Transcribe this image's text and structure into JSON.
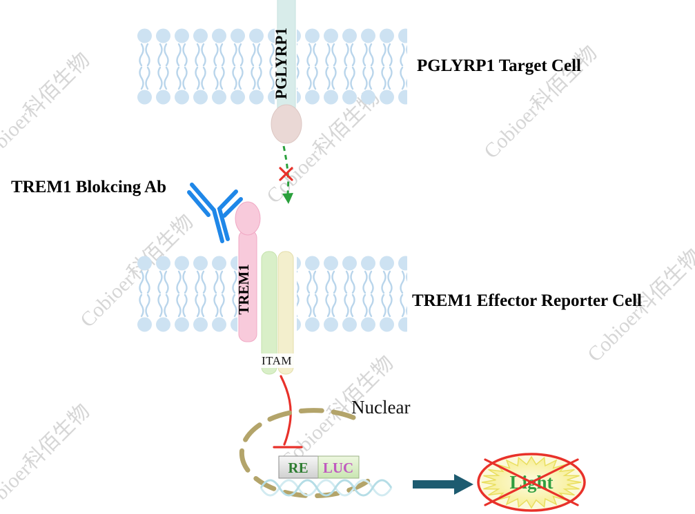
{
  "watermark": {
    "text": "Cobioer科佰生物"
  },
  "cells": {
    "target": {
      "label": "PGLYRP1 Target Cell",
      "ligand": "PGLYRP1"
    },
    "effector": {
      "label": "TREM1 Effector Reporter Cell",
      "receptor": "TREM1",
      "adapter_motif": "ITAM"
    }
  },
  "antibody": {
    "label": "TREM1 Blokcing Ab"
  },
  "nucleus": {
    "label": "Nuclear",
    "reporter_elements": {
      "re": "RE",
      "luc": "LUC"
    }
  },
  "output": {
    "light_label": "Light"
  },
  "colors": {
    "membrane_head": "#cde2f2",
    "membrane_tail": "#b9d5eb",
    "pglyrp1_body": "#d8ecea",
    "pglyrp1_tip": "#ead8d5",
    "trem1_pink": "#f8cadb",
    "adapter_green": "#d9efc8",
    "adapter_yellow": "#f3efcd",
    "antibody_blue": "#1f87e8",
    "arrow_green": "#2aa03c",
    "inhibit_red": "#e8312a",
    "nucleus_tan": "#b3a46a",
    "dna_cyan": "#b5dde6",
    "block_arrow_teal": "#1d5b70",
    "re_text_green": "#2e7d32",
    "luc_text_magenta": "#c05bbf",
    "light_text_green": "#2f9e41"
  }
}
